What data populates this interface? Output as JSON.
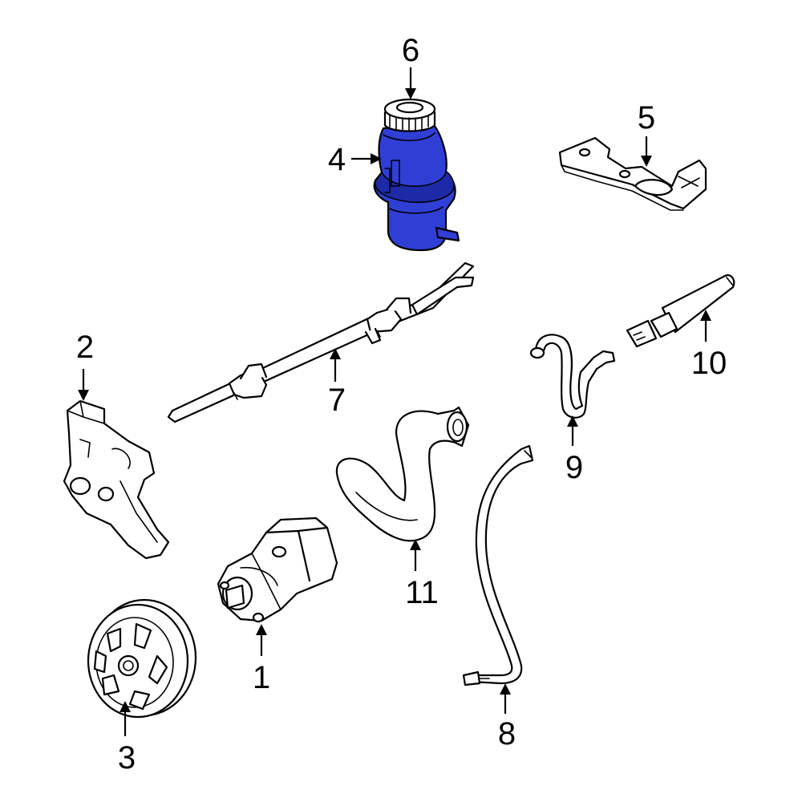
{
  "colors": {
    "highlight": "#2f3fd6",
    "highlight_dark": "#1c2aa8",
    "line": "#000000",
    "background": "#ffffff"
  },
  "callouts": [
    {
      "id": "1",
      "label": "1",
      "part": "power-steering-pump"
    },
    {
      "id": "2",
      "label": "2",
      "part": "pump-bracket"
    },
    {
      "id": "3",
      "label": "3",
      "part": "pulley"
    },
    {
      "id": "4",
      "label": "4",
      "part": "reservoir",
      "highlighted": true
    },
    {
      "id": "5",
      "label": "5",
      "part": "reservoir-bracket"
    },
    {
      "id": "6",
      "label": "6",
      "part": "reservoir-cap"
    },
    {
      "id": "7",
      "label": "7",
      "part": "hose-assembly"
    },
    {
      "id": "8",
      "label": "8",
      "part": "return-hose"
    },
    {
      "id": "9",
      "label": "9",
      "part": "pressure-line"
    },
    {
      "id": "10",
      "label": "10",
      "part": "fitting-hose"
    },
    {
      "id": "11",
      "label": "11",
      "part": "supply-hose"
    }
  ]
}
